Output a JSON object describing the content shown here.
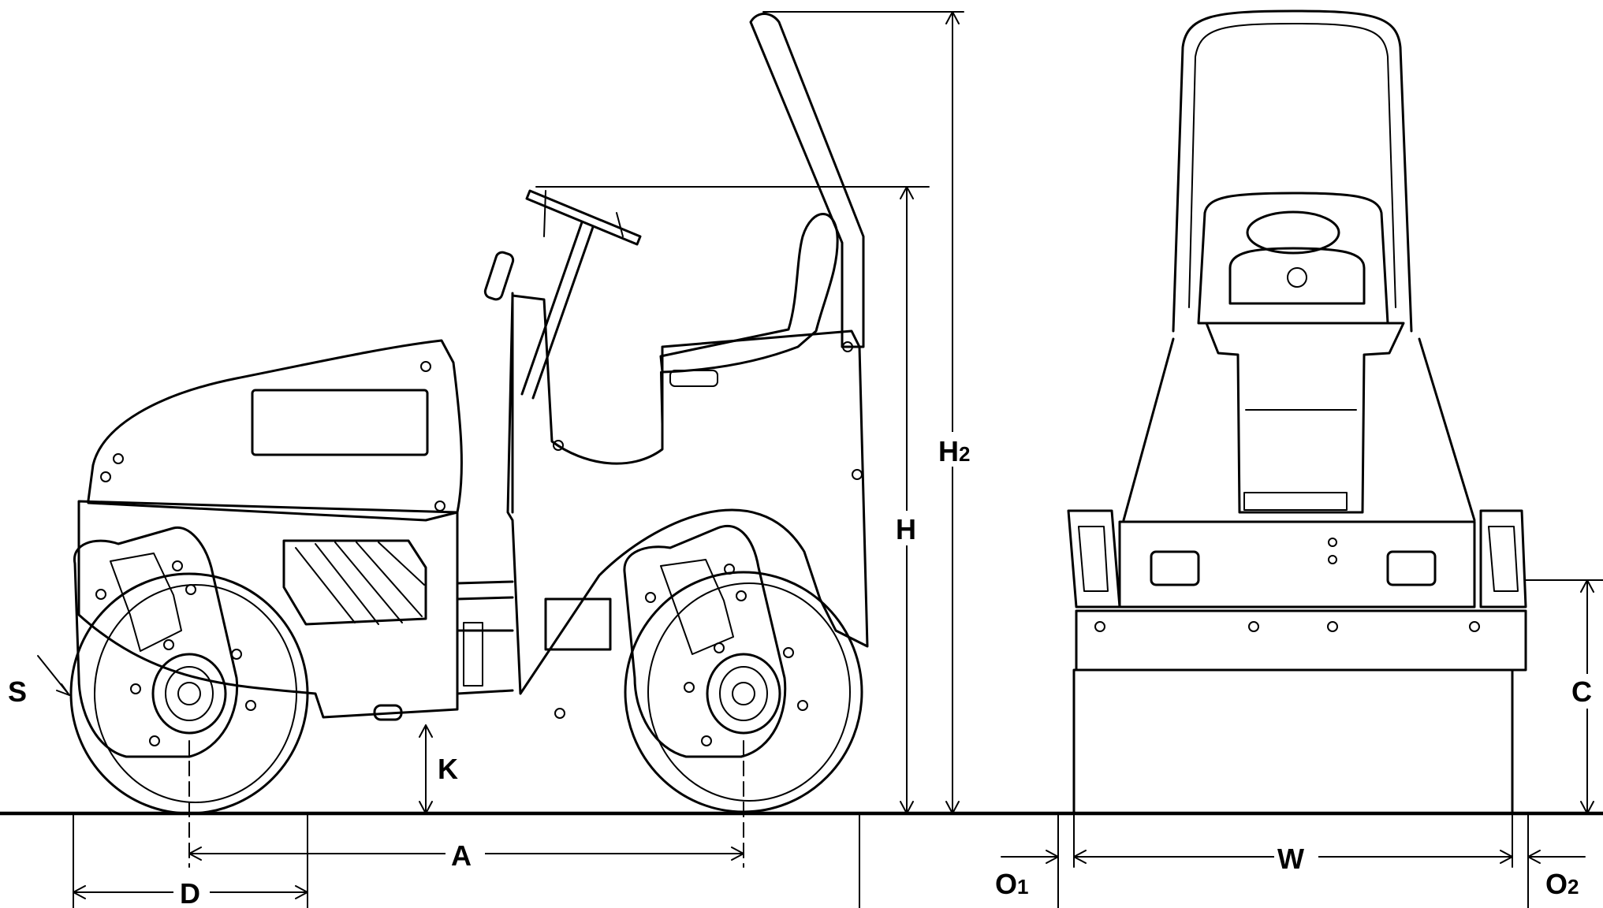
{
  "diagram": {
    "side_view_labels": {
      "S": "S",
      "K": "K",
      "A": "A",
      "D": "D",
      "H": "H",
      "H2_main": "H",
      "H2_sub": "2"
    },
    "front_view_labels": {
      "C": "C",
      "W": "W",
      "O1_main": "O",
      "O1_sub": "1",
      "O2_main": "O",
      "O2_sub": "2"
    },
    "colors": {
      "line": "#000000",
      "background": "#ffffff"
    }
  }
}
